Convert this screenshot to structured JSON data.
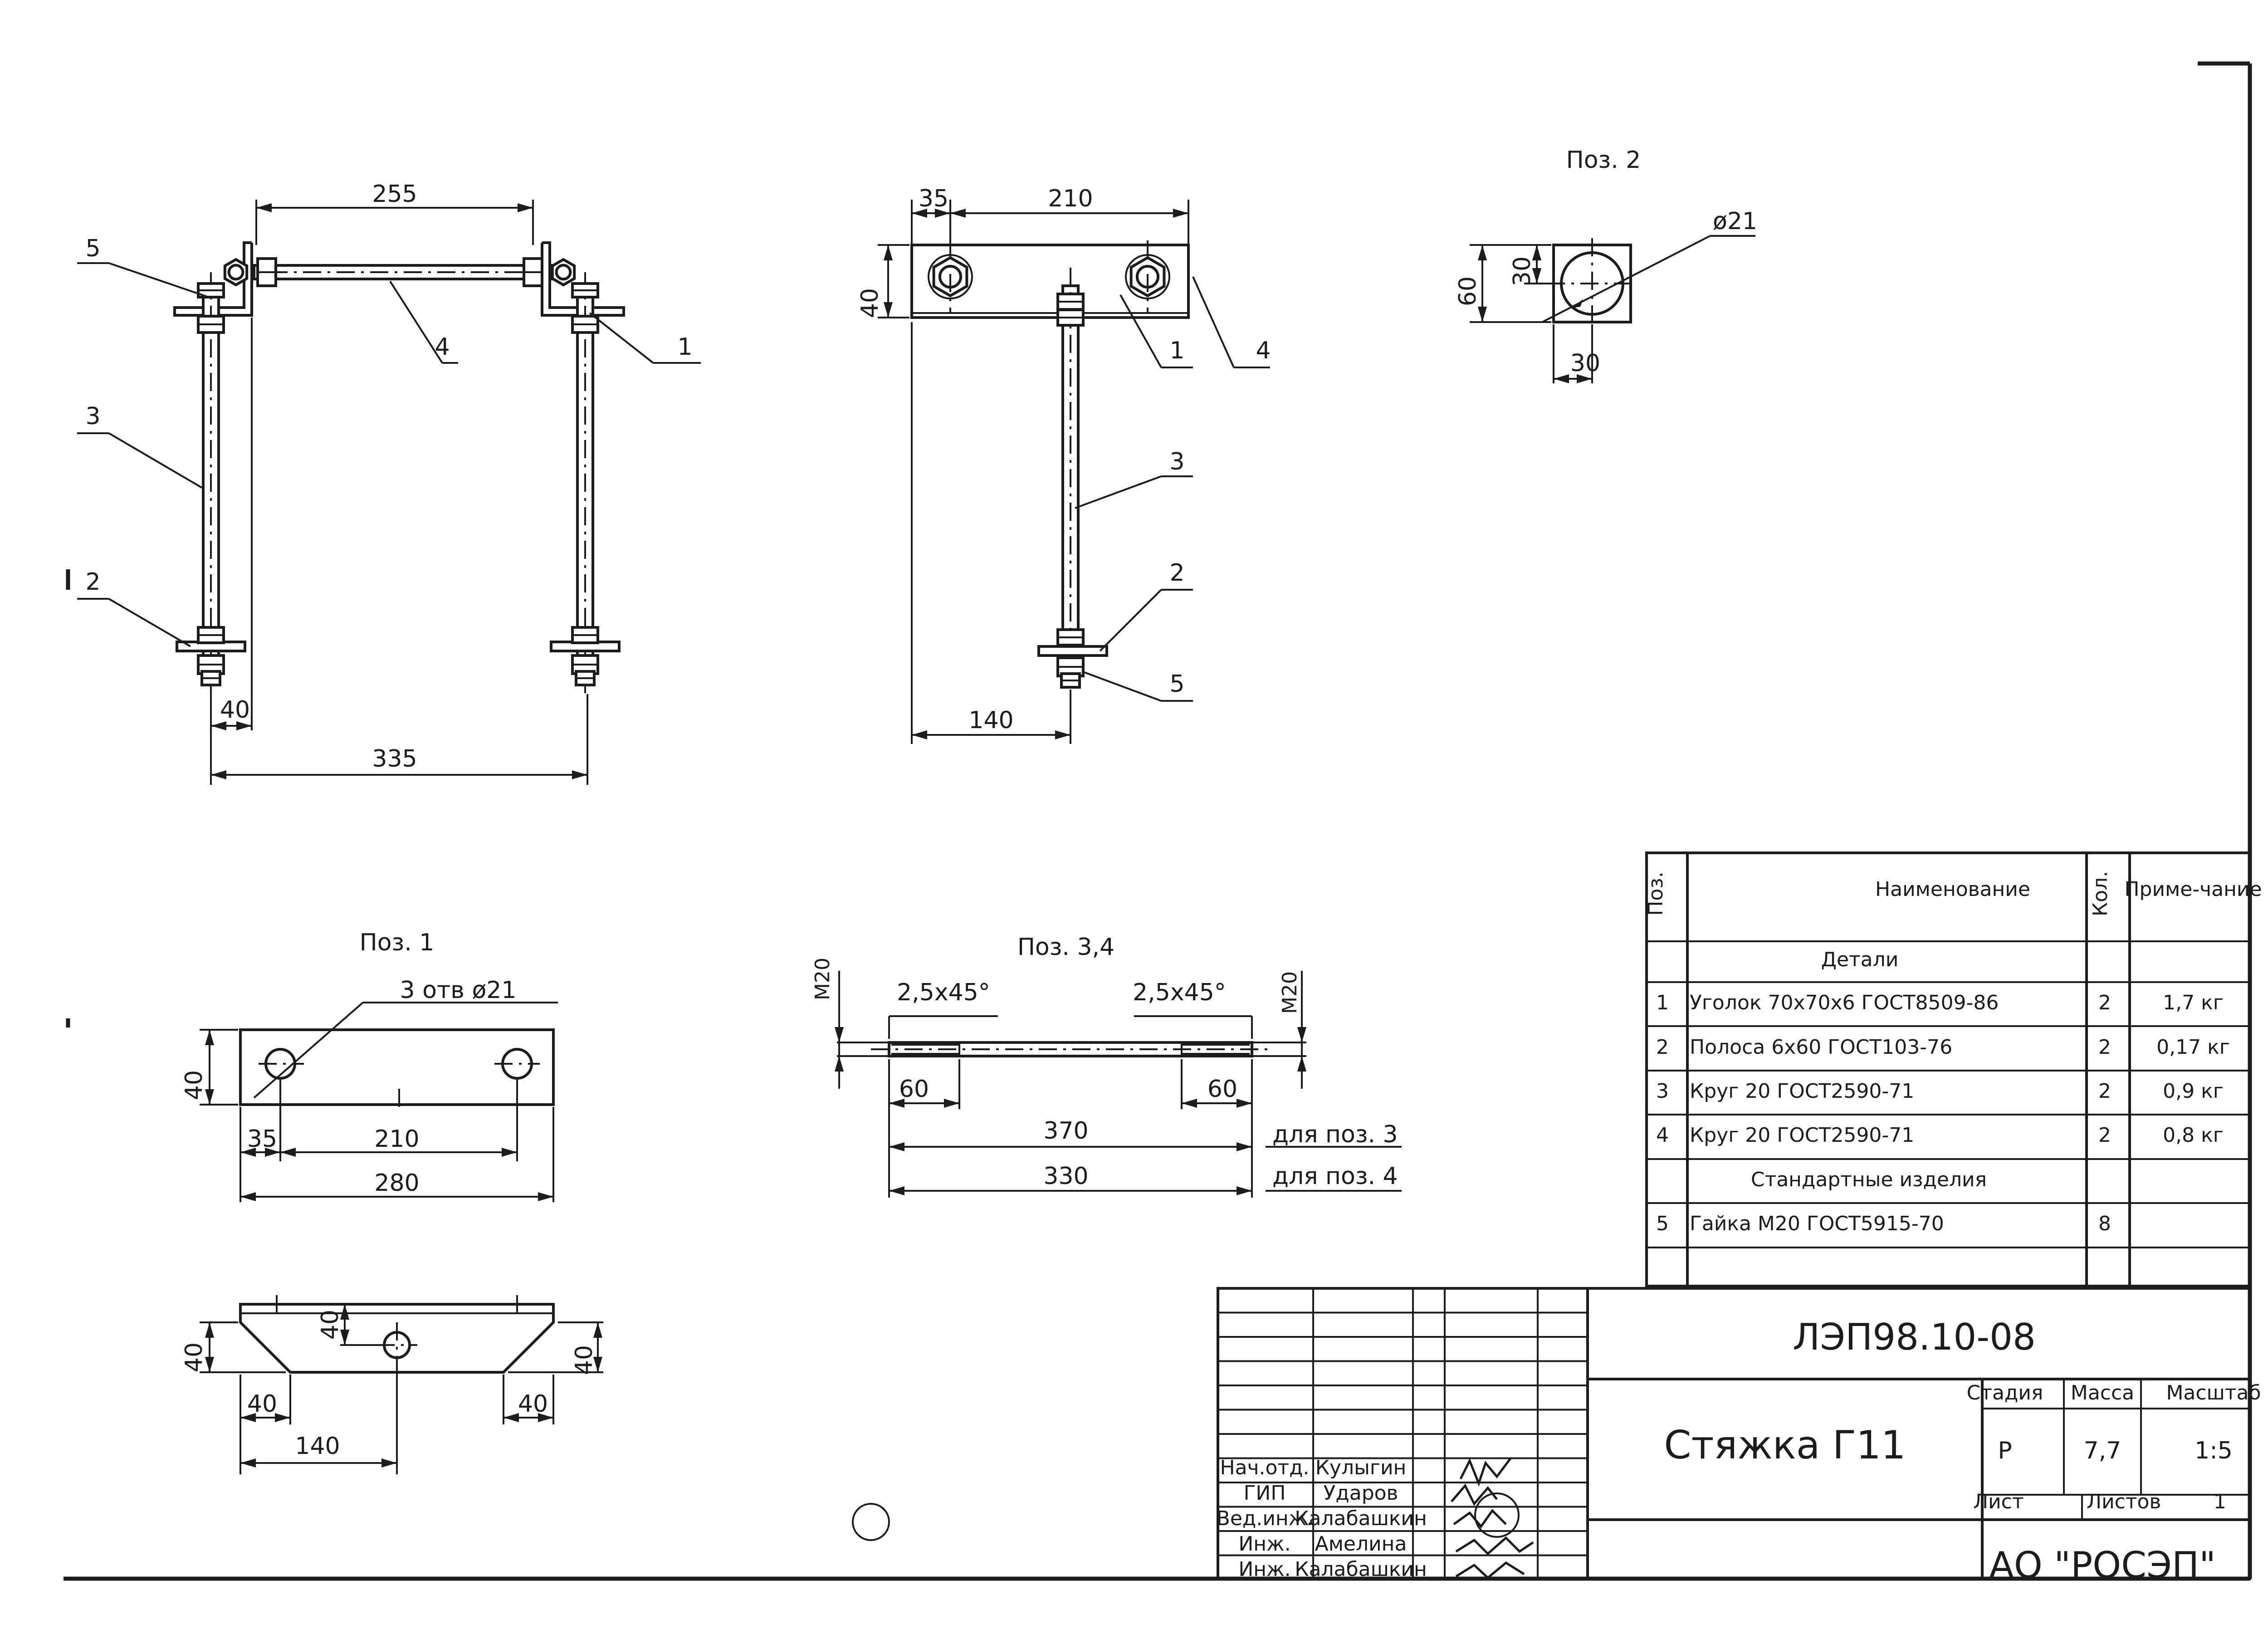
{
  "views": {
    "front": {
      "dims": {
        "top": "255",
        "bottom": "335",
        "small": "40"
      },
      "leaders": {
        "l5": "5",
        "l4": "4",
        "l1": "1",
        "l3": "3",
        "l2": "2"
      }
    },
    "side": {
      "dims": {
        "a": "35",
        "b": "210",
        "h": "40",
        "bottom": "140"
      },
      "leaders": {
        "l1": "1",
        "l4": "4",
        "l3": "3",
        "l2": "2",
        "l5": "5"
      }
    },
    "pos2": {
      "title": "Поз. 2",
      "dia": "ø21",
      "h60": "60",
      "h30": "30",
      "w30": "30"
    },
    "pos1": {
      "title": "Поз. 1",
      "holes": "3 отв  ø21",
      "dims": {
        "h40": "40",
        "a35": "35",
        "b210": "210",
        "total": "280",
        "c40": "40",
        "s40": "40",
        "l40": "40",
        "r40": "40",
        "r40v": "40",
        "w140": "140"
      }
    },
    "pos34": {
      "title": "Поз. 3,4",
      "cham_l": "2,5x45°",
      "cham_r": "2,5x45°",
      "thread_l": "M20",
      "thread_r": "M20",
      "t60_l": "60",
      "t60_r": "60",
      "len1": "370",
      "len2": "330",
      "for1": "для поз. 3",
      "for2": "для поз. 4"
    }
  },
  "spec": {
    "headers": {
      "pos": "Поз.",
      "name": "Наименование",
      "qty": "Кол.",
      "note": "Приме-чание"
    },
    "sections": {
      "details": "Детали",
      "standard": "Стандартные изделия"
    },
    "rows": [
      {
        "pos": "1",
        "name": "Уголок 70х70х6 ГОСТ8509-86",
        "qty": "2",
        "note": "1,7 кг"
      },
      {
        "pos": "2",
        "name": "Полоса 6х60 ГОСТ103-76",
        "qty": "2",
        "note": "0,17 кг"
      },
      {
        "pos": "3",
        "name": "Круг 20 ГОСТ2590-71",
        "qty": "2",
        "note": "0,9 кг"
      },
      {
        "pos": "4",
        "name": "Круг 20 ГОСТ2590-71",
        "qty": "2",
        "note": "0,8 кг"
      },
      {
        "pos": "5",
        "name": "Гайка М20 ГОСТ5915-70",
        "qty": "8",
        "note": ""
      }
    ]
  },
  "title_block": {
    "code": "ЛЭП98.10-08",
    "title": "Стяжка Г11",
    "stage_label": "Стадия",
    "mass_label": "Масса",
    "scale_label": "Масштаб",
    "stage": "Р",
    "mass": "7,7",
    "scale": "1:5",
    "sheet_label": "Лист",
    "sheets_label": "Листов",
    "sheets": "1",
    "org": "АО \"РОСЭП\"",
    "people": [
      {
        "role": "Нач.отд.",
        "name": "Кулыгин"
      },
      {
        "role": "ГИП",
        "name": "Ударов"
      },
      {
        "role": "Вед.инж.",
        "name": "Калабашкин"
      },
      {
        "role": "Инж.",
        "name": "Амелина"
      },
      {
        "role": "Инж.",
        "name": "Калабашкин"
      }
    ]
  }
}
